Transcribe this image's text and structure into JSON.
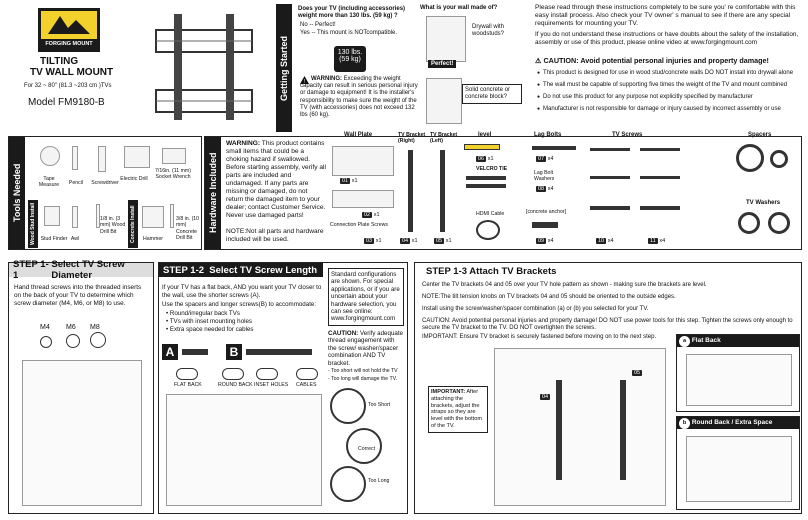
{
  "brand": {
    "logo_text": "FORGING MOUNT"
  },
  "product": {
    "title_line1": "TILTING",
    "title_line2": "TV WALL MOUNT",
    "size_range": "For 32 ~ 80\" (81.3 ~203 cm )TVs",
    "model": "Model FM9180-B"
  },
  "getting_started": {
    "band": "Getting Started",
    "weight_q_line1": "Does your TV  (including accessories)",
    "weight_q_line2": "weight  more than 130 lbs. (59 kg) ?",
    "no_line": "No -- Perfect!",
    "yes_line": "Yes -- This mount is NOTcompatible.",
    "weight_badge_1": "130 lbs.",
    "weight_badge_2": "(59 kg)",
    "warning_title": "WARNING:",
    "warning_text": "Exceeding the weight capacity can result in serious personal injury or damage to equipment! It is the installer's responsibility to make sure the weight of the TV (with accessories) does not exceed 132 lbs (60 kg)."
  },
  "wall": {
    "question": "What is your wall made of?",
    "drywall": "Drywall with woodstuds?",
    "perfect": "Perfect!",
    "solid": "Solid concrete or concrete block?"
  },
  "please_read": {
    "line1": "Please read  through these instructions completely to be sure you' re comfortable with this easy install process. Also check your TV owner' s manual to see if there are any special requirements for mounting your TV.",
    "line2": "If you do not understand these instructions or have doubts about the safety of the installation, assembly or use of this product, please online video at www.forgingmount.com",
    "caution_title": "CAUTION: Avoid potential personal injuries and property damage!",
    "bullets": [
      "This product is designed for use in wood stud/concrete walls  DO NOT  install into drywall alone",
      "The wall must be capable of supporting five times the weight of the TV and mount combined",
      "Do not use this product for any purpose not explicitly specified by manufacturer",
      "Manufacturer is not responsible for damage or injury caused by incorrect assembly or use"
    ]
  },
  "tools": {
    "band": "Tools Needed",
    "items": [
      "Tape Measure",
      "Pencil",
      "Screwdriver",
      "Electric Drill",
      "7/16in. (11 mm) Socket Wrench"
    ],
    "wood_band": "Wood Stud Install",
    "concrete_band": "Concrete Install",
    "wood_items": [
      "Stud Finder",
      "Awl",
      "1/8 in. (3 mm) Wood Drill Bit"
    ],
    "concrete_items": [
      "Hammer",
      "3/8 in. (10 mm) Concrete Drill Bit"
    ]
  },
  "hardware": {
    "band": "Hardware Included",
    "warning_title": "WARNING:",
    "warning_text": "This product contains small items that could be a choking hazard if swallowed. Before starting assembly, verify all parts are included and undamaged. If any parts are missing or damaged, do not return the damaged item to your dealer; contact Customer Service. Never use damaged parts!",
    "note": "NOTE:Not all parts and hardware included will be used.",
    "wall_plate": "Wall Plate",
    "tv_bracket_right": "TV Bracket (Right)",
    "tv_bracket_left": "TV Bracket (Left)",
    "level": "level",
    "lag_bolts": "Lag Bolts",
    "tv_screws": "TV Screws",
    "spacers": "Spacers",
    "velcro": "VELCRO TIE",
    "lag_washers": "Lag Bolt Washers",
    "conn_plate": "Connection Plate  Screws",
    "hdmi": "HDMI Cable",
    "concrete_anchor": "[concrete anchor]",
    "tv_washers": "TV Washers",
    "q01": "x1",
    "q02": "x1",
    "q03": "x1",
    "q04": "x1",
    "q05": "x1",
    "q06": "x1",
    "q07": "x4",
    "q08": "x4",
    "q09": "x4",
    "q10": "x4",
    "q11": "x4",
    "n01": "01",
    "n02": "02",
    "n03": "03",
    "n04": "04",
    "n05": "05",
    "n06": "06",
    "n07": "07",
    "n08": "08",
    "n09": "09",
    "n10": "10",
    "n11": "11"
  },
  "step11": {
    "title": "STEP 1-1",
    "subtitle": "Select TV Screw Diameter",
    "text": "Hand thread screws into the threaded inserts on the back of your TV to determine which screw diameter (M4, M6, or M8) to use.",
    "m4": "M4",
    "m6": "M6",
    "m8": "M8"
  },
  "step12": {
    "title": "STEP 1-2",
    "subtitle": "Select TV Screw Length",
    "text1": "If your TV has a flat back, AND you want your TV closer to the wall, use the shorter screws (A).",
    "text2": "Use the spacers and longer screws(B) to accommodate:",
    "bullets": [
      "Round/irregular back TVs",
      "TVs with inset mounting holes",
      "Extra space needed for cables"
    ],
    "a": "A",
    "b": "B",
    "flat": "FLAT BACK",
    "round": "ROUND BACK",
    "inset": "INSET HOLES",
    "cables": "CABLES",
    "standard": "Standard configurations are shown. For special applications, or if you are uncertain about your hardware selection, you can see online: www.forgingmount.com",
    "caution_title": "CAUTION:",
    "caution_text": "Verify adequate thread engagement  with the screw/ washer/spacer combination AND TV  bracket.",
    "short_line": "- Too short will not hold the TV",
    "long_line": "- Too long will damage the TV.",
    "too_short": "Too Short",
    "correct": "Correct",
    "too_long": "Too Long"
  },
  "step13": {
    "title": "STEP 1-3 Attach TV Brackets",
    "line1": "Center the TV brackets 04 and 05 over your TV hole pattern as shown - making sure the brackets are level.",
    "note": "NOTE:The tilt tension knobs  on TV brackets 04 and 05 should be oriented to the outside edges.",
    "line2": "Install using the screw/washer/spacer combination (a) or (b) you selected for your TV.",
    "caution": "CAUTION: Avoid potential personal injuries and property damage! DO NOT use power tools for this step. Tighten the screws only enough to secure the TV bracket to the TV. DO NOT overtighten the screws.",
    "important": "IMPORTANT: Ensure TV bracket is securely fastened before moving on to the next step.",
    "callout_title": "IMPORTANT:",
    "callout_text": "After attaching the brackets, adjust the straps so they are level with the bottom of the TV.",
    "flat_back": "Flat Back",
    "round_back": "Round Back / Extra Space",
    "label_a": "a",
    "label_b": "b",
    "n04": "04",
    "n05": "05"
  }
}
